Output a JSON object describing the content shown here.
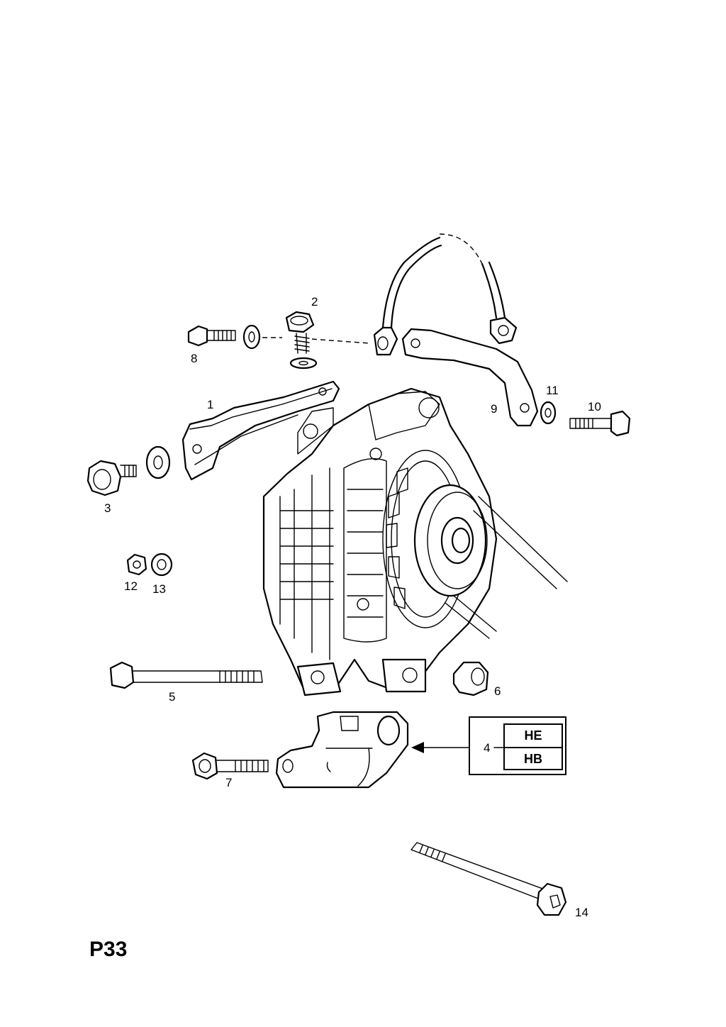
{
  "page_code": "P33",
  "callouts": {
    "c1": "1",
    "c2": "2",
    "c3": "3",
    "c4": "4",
    "c5": "5",
    "c6": "6",
    "c7": "7",
    "c8": "8",
    "c9": "9",
    "c10": "10",
    "c11": "11",
    "c12": "12",
    "c13": "13",
    "c14": "14"
  },
  "variants": [
    "HE",
    "HB"
  ]
}
